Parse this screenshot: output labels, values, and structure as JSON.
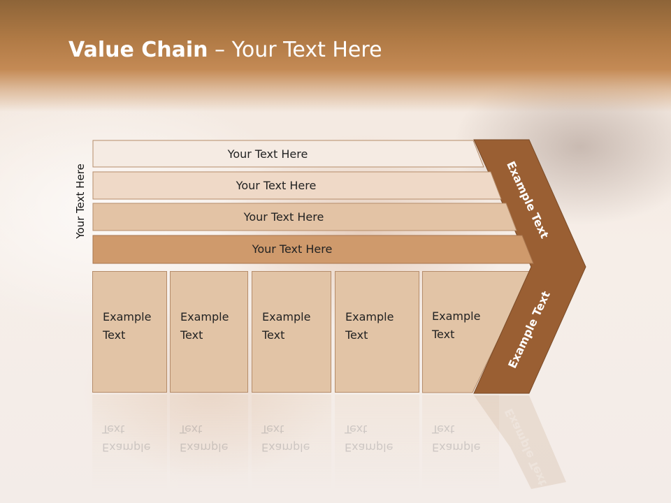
{
  "title": {
    "bold": "Value Chain",
    "rest": " – Your Text Here"
  },
  "side_label": "Your Text Here",
  "bars": [
    "Your Text Here",
    "Your Text Here",
    "Your Text Here",
    "Your Text Here"
  ],
  "bar_colors": [
    "#f5ebe3",
    "#efd9c7",
    "#e3c3a5",
    "#cf9a6c"
  ],
  "boxes": [
    {
      "line1": "Example",
      "line2": "Text"
    },
    {
      "line1": "Example",
      "line2": "Text"
    },
    {
      "line1": "Example",
      "line2": "Text"
    },
    {
      "line1": "Example",
      "line2": "Text"
    },
    {
      "line1": "Example",
      "line2": "Text"
    }
  ],
  "chevron": {
    "upper_label": "Example Text",
    "lower_label": "Example Text",
    "color": "#9a5f33"
  }
}
